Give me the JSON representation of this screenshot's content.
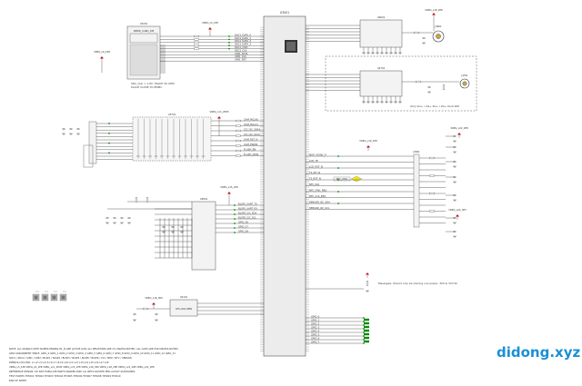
{
  "watermark": "didong.xyz",
  "main_ic": {
    "ref": "U3001"
  },
  "top_left_ic": {
    "ref": "U3201",
    "label": "WBRD_CARD_DIE"
  },
  "mid_left_ic": {
    "ref": "U3701"
  },
  "codec_ic": {
    "ref": "U3801"
  },
  "bottom_ic": {
    "ref": "U4101",
    "label": "LP5-LDO-8PIN"
  },
  "rf_top": {
    "ref": "U4601",
    "conn_ref": "J4601"
  },
  "rf_mid": {
    "ref": "U4701",
    "conn_ref": "J4701",
    "caption": "Only 4G+ / 2G+ 4G+ / 2G+ Dual SIM"
  },
  "right_block": {
    "ref": "J3001"
  },
  "power_labels": {
    "top_left": "VREG_L5_1P8",
    "left": "VREG_L6_1P8",
    "mid": "VREG_L11_2P95",
    "center": "VREG_L15_1P8",
    "bottom": "VREG_L16_3P0",
    "right_top": "VREG_L19_1P8",
    "right_a": "VREG_L22_2P8",
    "right_b": "VREG_L24_3P3",
    "rf": "VREG_L18_2P8"
  },
  "nets_top": [
    "SDC1_DATA_0",
    "SDC1_DATA_1",
    "SDC1_DATA_2",
    "SDC1_DATA_3",
    "SDC1_CMD",
    "SDC1_CLK",
    "UIM1_DATA",
    "UIM1_CLK",
    "UIM1_RST"
  ],
  "nets_mid": [
    "CAM_MCLK0",
    "CAM_MCLK1",
    "CCI_I2C_SDA0",
    "CCI_I2C_SCL0",
    "CAM_RST_N",
    "CAM_PWDN",
    "FLASH_EN",
    "FLASH_NOW"
  ],
  "nets_bottom": [
    "BLSP1_UART_TX",
    "BLSP1_UART_RX",
    "BLSP2_I2C_SDA",
    "BLSP2_I2C_SCL",
    "GPIO_36",
    "GPIO_37",
    "GPIO_38"
  ],
  "nets_right": [
    "MDP_VSYNC_P",
    "LCD_TE",
    "LCD_RST_N",
    "TS_INT_N",
    "TS_RST_N",
    "NFC_IRQ",
    "NFC_DWL_REQ",
    "NFC_CLK_REQ",
    "SENSOR_I2C_SDA",
    "SENSOR_I2C_SCL"
  ],
  "nets_bus": [
    "GPIO_0",
    "GPIO_1",
    "GPIO_2",
    "GPIO_3",
    "GPIO_4",
    "GPIO_5",
    "GPIO_6",
    "GPIO_7"
  ],
  "yellow_tag": "NFC_XTAL",
  "right_note": "Messages: Should only be sharing one power, 3V0 & 3V3 Sk",
  "left_note_1": "SDC_CLK = 1.8V, TRACE 50 OHM",
  "left_note_2": "PLACE CLOSE TO EMMC",
  "footer_notes": [
    "NOTE: ALL SIGNALS WITH NAMES ENDING IN _N ARE ACTIVE LOW. ALL RESISTORS ARE 1% UNLESS NOTED. ALL CAPS ARE X5R UNLESS NOTED.",
    "GPIO ASSIGNMENT TABLE: GPIO_0 GPIO_1 GPIO_2 GPIO_3 GPIO_4 GPIO_5 GPIO_6 GPIO_7 GPIO_8 GPIO_9 GPIO_10 GPIO_11 GPIO_12 GPIO_13",
    "SDC1 / SDC2 / UIM1 / UIM2 / BLSP1 / BLSP2 / BLSP3 / BLSP4 / BLSP5 / BLSP6 / CCI / MDP / NFC / SENSOR",
    "PM8916 LDO MAP: L1 L2 L3 L4 L5 L6 L7 L8 L9 L10 L11 L12 L13 L14 L15 L16 L17 L18",
    "VREG_L5_1P8 VREG_L6_1P8 VREG_L11_2P95 VREG_L15_1P8 VREG_L16_3P0 VREG_L18_2P8 VREG_L19_1P8 VREG_L22_2P8",
    "REFERENCE DESIGN: DO NOT POPULATE PARTS MARKED DNP. ALL NETS ROUTED PER LAYOUT GUIDELINES.",
    "TEST POINTS TP3001 TP3002 TP3003 TP3004 TP3005 TP3006 TP3007 TP3008 TP3009 TP3010",
    "END OF SHEET"
  ]
}
